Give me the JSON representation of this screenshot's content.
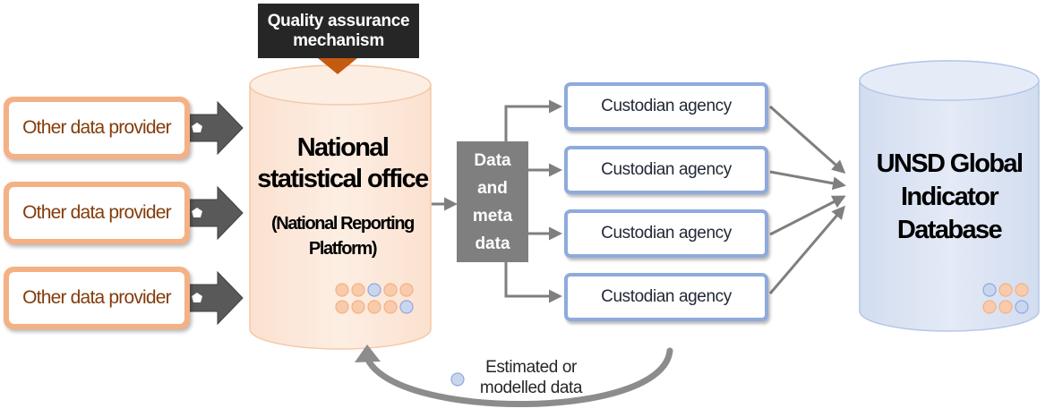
{
  "quality_assurance": {
    "line1": "Quality assurance",
    "line2": "mechanism"
  },
  "national_office": {
    "title_line1": "National",
    "title_line2": "statistical office",
    "subtitle_line1": "(National Reporting",
    "subtitle_line2": "Platform)"
  },
  "providers": [
    {
      "label": "Other data provider"
    },
    {
      "label": "Other data provider"
    },
    {
      "label": "Other data provider"
    }
  ],
  "data_meta": {
    "line1": "Data",
    "line2": "and",
    "line3": "meta",
    "line4": "data"
  },
  "custodians": [
    {
      "label": "Custodian agency"
    },
    {
      "label": "Custodian agency"
    },
    {
      "label": "Custodian agency"
    },
    {
      "label": "Custodian agency"
    }
  ],
  "unsd": {
    "line1": "UNSD Global",
    "line2": "Indicator",
    "line3": "Database"
  },
  "feedback": {
    "line1": "Estimated or",
    "line2": "modelled data"
  },
  "colors": {
    "nso_fill": "#fbe5d6",
    "provider_border": "#f4b184",
    "provider_text": "#843c0b",
    "custodian_border": "#8faadc",
    "unsd_fill": "#dae3f3",
    "arrow_gray": "#7f7f7f",
    "qa_fill": "#262626",
    "qa_pointer": "#c55a11",
    "dot_orange": "#f8cbad",
    "dot_blue": "#c9d6ee"
  }
}
